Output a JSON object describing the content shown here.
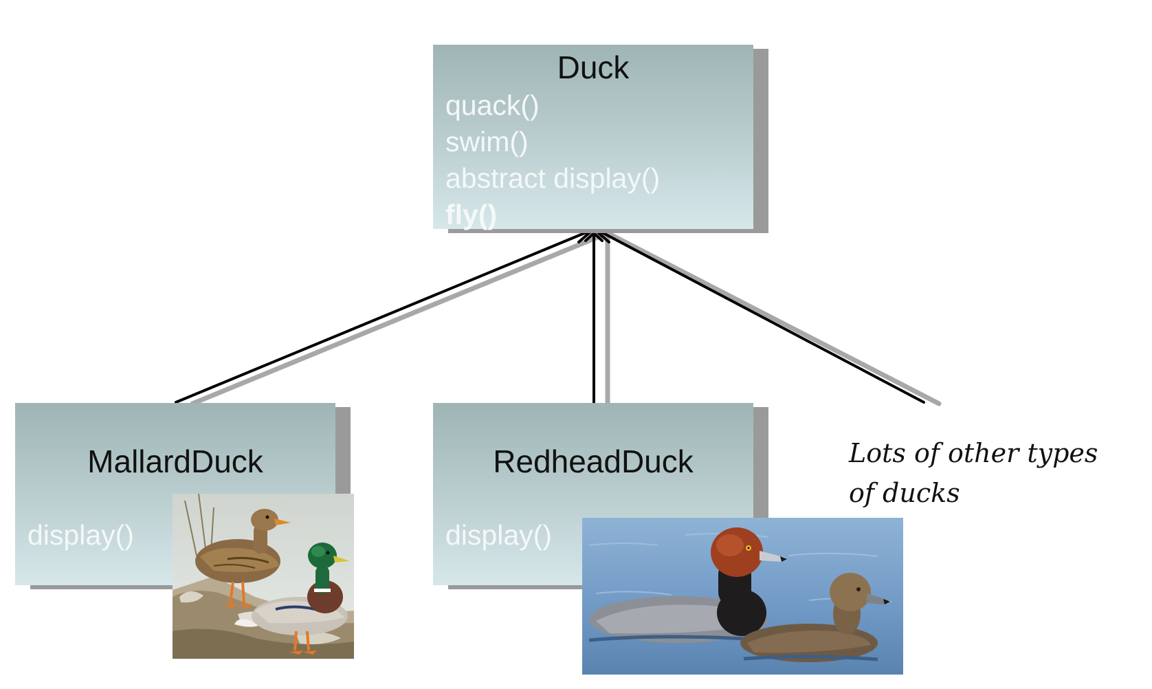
{
  "duck_class": {
    "name": "Duck",
    "methods": [
      "quack()",
      "swim()",
      "abstract display()",
      "fly()"
    ]
  },
  "mallard_class": {
    "name": "MallardDuck",
    "methods": [
      "display()"
    ]
  },
  "redhead_class": {
    "name": "RedheadDuck",
    "methods": [
      "display()"
    ]
  },
  "note": {
    "line1": "Lots of other types",
    "line2": "of ducks"
  },
  "images": {
    "mallard": "mallard-duck-pair-photo",
    "redhead": "redhead-duck-pair-photo"
  },
  "colors": {
    "box_top": "#9fb5b5",
    "box_bottom": "#d6e7ea",
    "box_shadow": "#9a9a9a",
    "method_text": "#f4f8f8",
    "arrow": "#000000"
  }
}
